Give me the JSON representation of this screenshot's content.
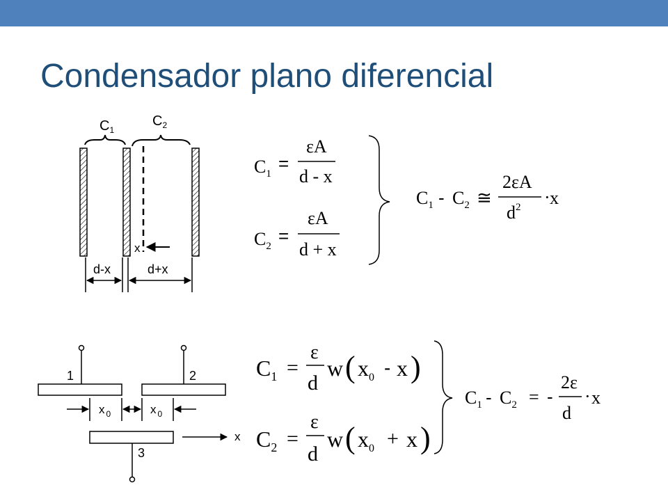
{
  "slide": {
    "title": "Condensador plano diferencial",
    "accent_color": "#4f81bd",
    "title_color": "#1f4e79"
  },
  "diagram1": {
    "label_c1_letter": "C",
    "label_c1_sub": "1",
    "label_c2_letter": "C",
    "label_c2_sub": "2",
    "label_x": "x",
    "label_d_minus_x": "d-x",
    "label_d_plus_x": "d+x"
  },
  "formulas1": {
    "c1_lhs": "C",
    "c1_sub": "1",
    "c1_num": "εA",
    "c1_den": "d - x",
    "c2_lhs": "C",
    "c2_sub": "2",
    "c2_num": "εA",
    "c2_den": "d + x",
    "diff_c1": "C",
    "diff_sub1": "1",
    "diff_minus": "-",
    "diff_c2": "C",
    "diff_sub2": "2",
    "approx": "≅",
    "diff_num": "2εA",
    "diff_den": "d",
    "diff_den_exp": "2",
    "diff_dot": "·",
    "diff_x": "x"
  },
  "diagram2": {
    "plate1_label": "1",
    "plate2_label": "2",
    "plate3_label": "3",
    "x0_left": "x",
    "x0_left_sub": "0",
    "x0_right": "x",
    "x0_right_sub": "0",
    "x_label": "x"
  },
  "formulas2": {
    "c1_lhs": "C",
    "c1_sub": "1",
    "c1_num": "ε",
    "c1_den": "d",
    "c1_rhs_w": "w",
    "c1_rhs_x": "x",
    "c1_rhs_sub": "0",
    "c1_rhs_op": "-",
    "c1_rhs_x2": "x",
    "c2_lhs": "C",
    "c2_sub": "2",
    "c2_num": "ε",
    "c2_den": "d",
    "c2_rhs_w": "w",
    "c2_rhs_x": "x",
    "c2_rhs_sub": "0",
    "c2_rhs_op": "+",
    "c2_rhs_x2": "x",
    "diff_c1": "C",
    "diff_sub1": "1",
    "diff_minus": "-",
    "diff_c2": "C",
    "diff_sub2": "2",
    "diff_eq": "=",
    "diff_neg": "-",
    "diff_num": "2ε",
    "diff_den": "d",
    "diff_dot": "·",
    "diff_x": "x"
  }
}
